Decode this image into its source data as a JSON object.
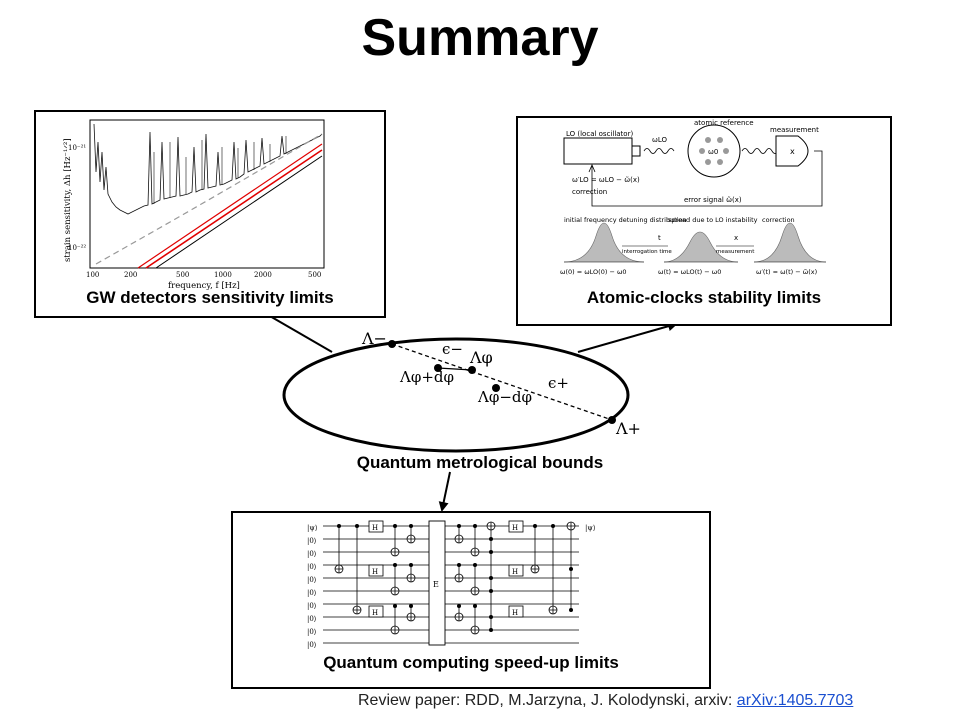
{
  "title": "Summary",
  "panels": {
    "gw": {
      "label": "GW detectors sensitivity limits",
      "y_axis": "strain sensitivity, Δh [Hz⁻¹ᐟ²]",
      "x_axis": "frequency, f [Hz]",
      "y_ticks": [
        "10⁻²¹",
        "10⁻²²"
      ],
      "x_ticks": [
        "100",
        "200",
        "500",
        "1000",
        "2000",
        "500"
      ]
    },
    "clocks": {
      "label": "Atomic-clocks stability limits",
      "lo_box": "LO (local oscillator)",
      "atomic_reference": "atomic reference",
      "measurement": "measurement",
      "correction_eq": "ω′LO = ωLO − ω̃(x)",
      "correction": "correction",
      "error_signal": "error signal ω̃(x)",
      "omega_lo": "ωLO",
      "omega_0": "ω0",
      "x_symbol": "x",
      "initial": "initial frequency detuning distribution",
      "spread": "spread due to LO instability",
      "correction2": "correction",
      "t_symbol": "t",
      "interrogation": "interrogation time",
      "measurement2": "measurement",
      "eq1": "ω(0) = ωLO(0) − ω0",
      "eq2": "ω(t) = ωLO(t) − ω0",
      "eq3": "ω′(t) = ω(t) − ω̃(x)"
    },
    "quantum": {
      "label": "Quantum computing speed-up limits",
      "ket_psi": "|ψ⟩",
      "ket_zero": "|0⟩",
      "gate_h": "H",
      "gate_e": "E"
    }
  },
  "center": {
    "label": "Quantum metrological bounds",
    "lambda_minus": "Λ−",
    "lambda_plus": "Λ+",
    "lambda_phi": "Λφ",
    "lambda_phi_plus": "Λφ+dφ",
    "lambda_phi_minus": "Λφ−dφ",
    "eps_minus": "ϵ−",
    "eps_plus": "ϵ+"
  },
  "footer": {
    "text": "Review paper: RDD, M.Jarzyna, J. Kolodynski, arxiv: ",
    "link": "arXiv:1405.7703"
  },
  "colors": {
    "link": "#1a4fd0",
    "gw_bound": "#e00000",
    "frame": "#000000"
  }
}
